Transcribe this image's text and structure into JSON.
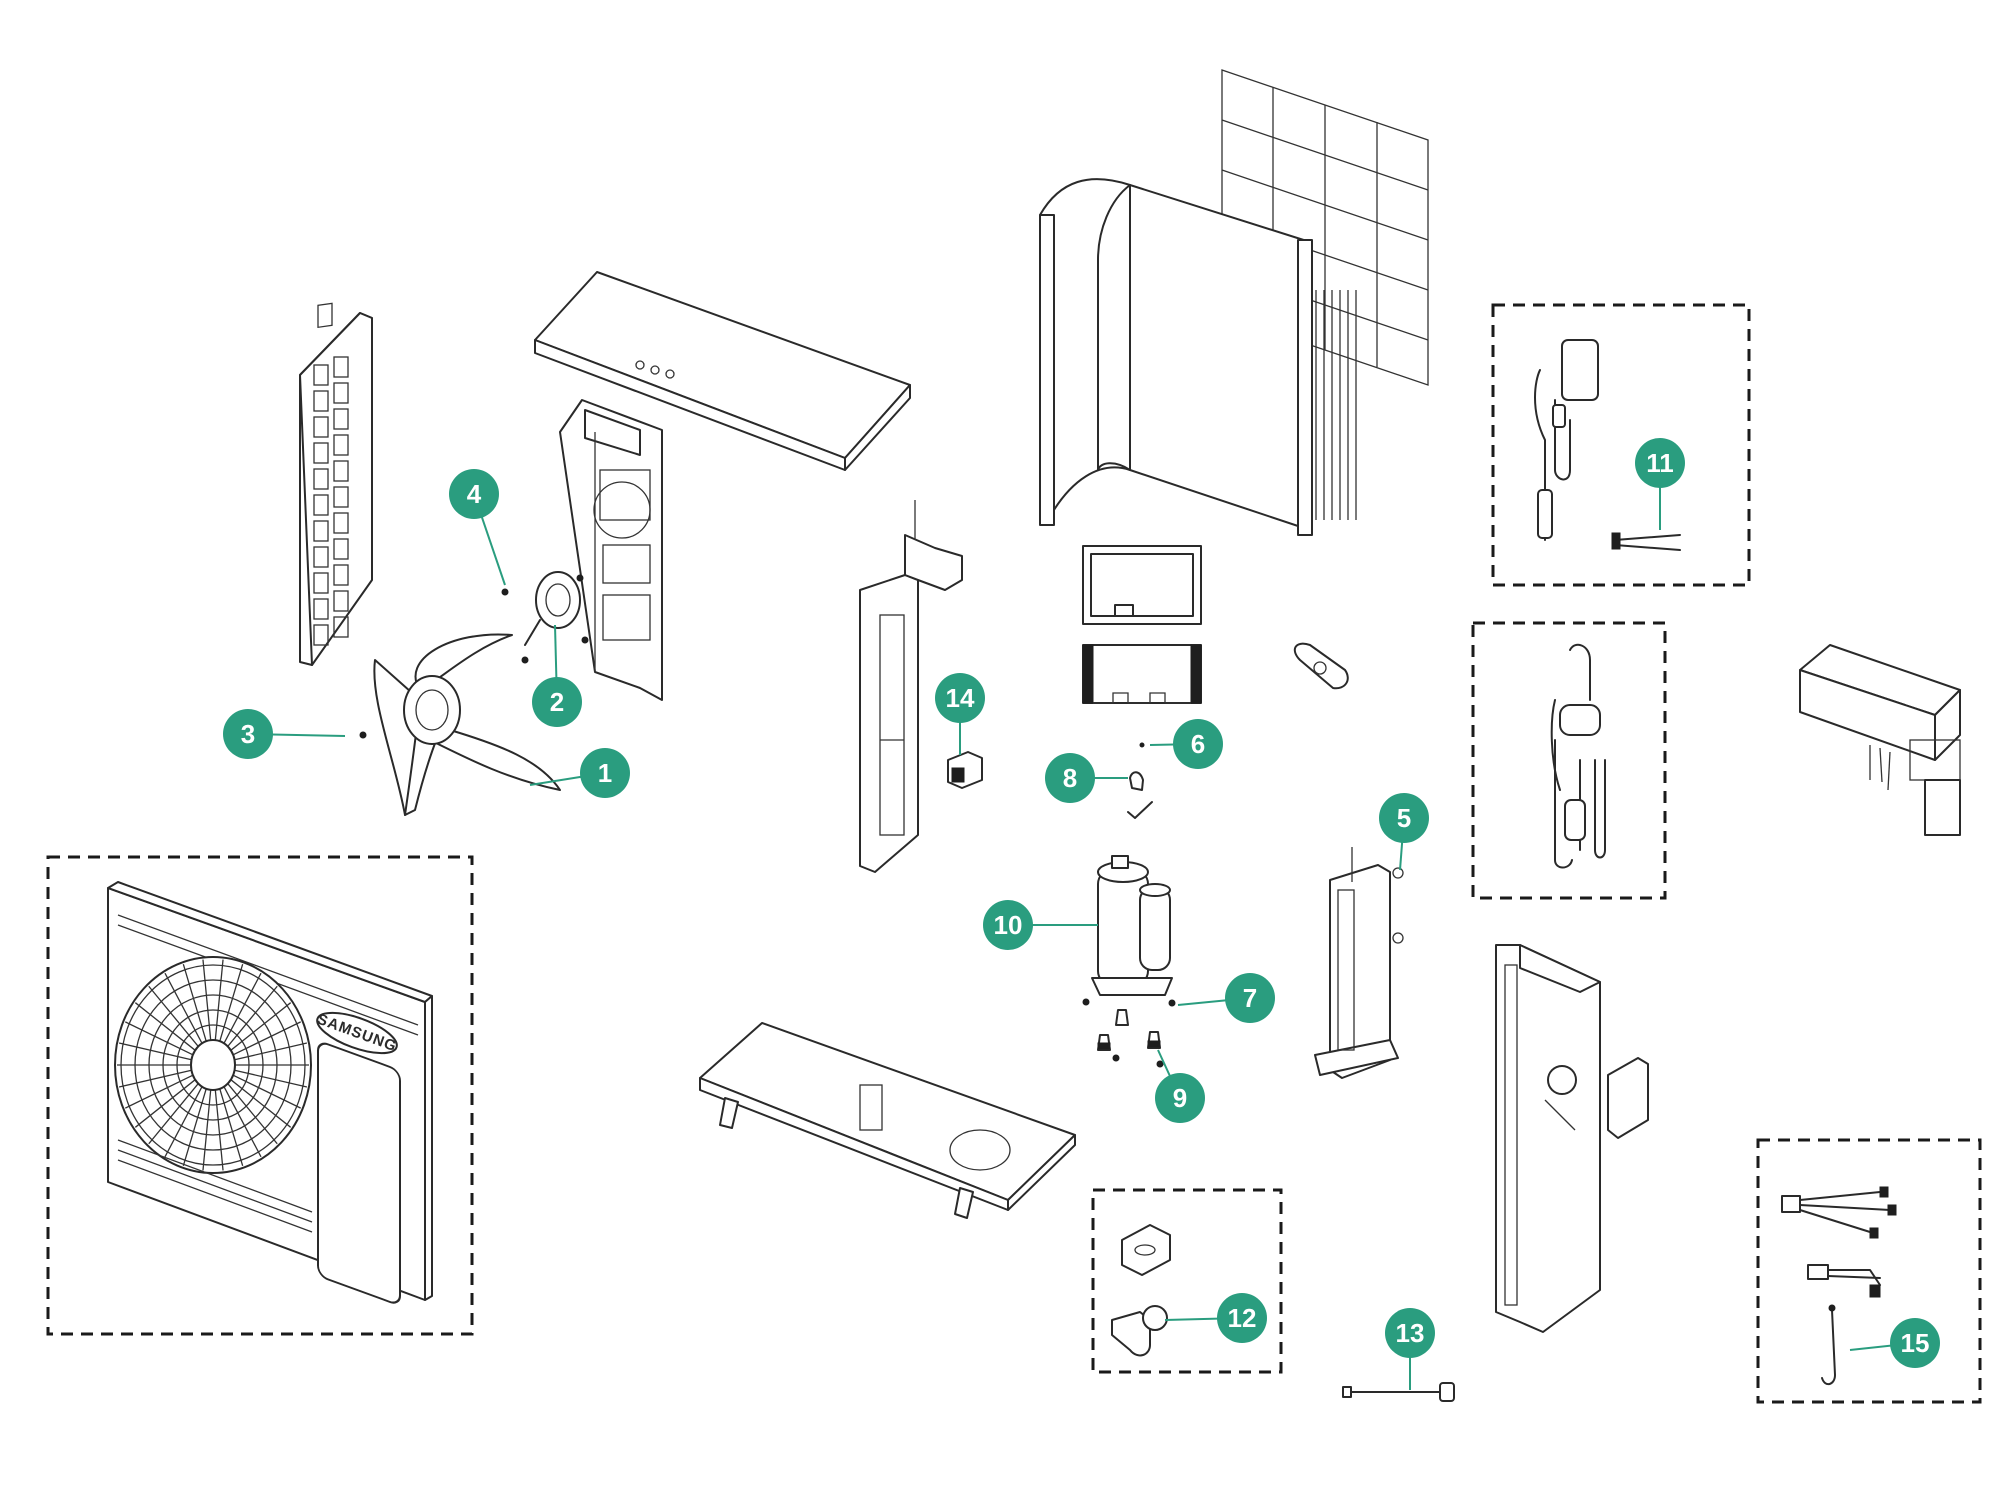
{
  "diagram": {
    "accent_color": "#2a9d7f",
    "logo_text": "SAMSUNG",
    "callouts": [
      {
        "id": "callout-1",
        "label": "1"
      },
      {
        "id": "callout-2",
        "label": "2"
      },
      {
        "id": "callout-3",
        "label": "3"
      },
      {
        "id": "callout-4",
        "label": "4"
      },
      {
        "id": "callout-5",
        "label": "5"
      },
      {
        "id": "callout-6",
        "label": "6"
      },
      {
        "id": "callout-7",
        "label": "7"
      },
      {
        "id": "callout-8",
        "label": "8"
      },
      {
        "id": "callout-9",
        "label": "9"
      },
      {
        "id": "callout-10",
        "label": "10"
      },
      {
        "id": "callout-11",
        "label": "11"
      },
      {
        "id": "callout-12",
        "label": "12"
      },
      {
        "id": "callout-13",
        "label": "13"
      },
      {
        "id": "callout-14",
        "label": "14"
      },
      {
        "id": "callout-15",
        "label": "15"
      }
    ]
  }
}
